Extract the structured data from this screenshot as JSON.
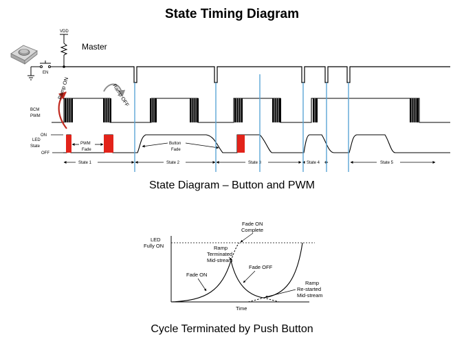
{
  "title": "State Timing Diagram",
  "caption_top": "State Diagram – Button and PWM",
  "caption_bottom": "Cycle Terminated by Push Button",
  "timing": {
    "vdd_label": "VDD",
    "master_label": "Master",
    "en_label": "EN",
    "bcm_label_1": "BCM",
    "bcm_label_2": "PWM",
    "led_label_1": "LED",
    "led_label_2": "State",
    "on_label": "ON",
    "off_label": "OFF",
    "ramp_on": "Ramp ON",
    "ramp_off": "Ramp OFF",
    "pwm_fade_1": "PWM",
    "pwm_fade_2": "Fade",
    "button_fade_1": "Button",
    "button_fade_2": "Fade",
    "states": [
      "State 1",
      "State 2",
      "State 3",
      "State 4",
      "State 5"
    ]
  },
  "cycle": {
    "y_label_1": "LED",
    "y_label_2": "Fully ON",
    "x_label": "Time",
    "fade_on_complete_1": "Fade ON",
    "fade_on_complete_2": "Complete",
    "ramp_terminated_1": "Ramp",
    "ramp_terminated_2": "Terminated",
    "ramp_terminated_3": "Mid-stream",
    "fade_on": "Fade ON",
    "fade_off": "Fade OFF",
    "ramp_restarted_1": "Ramp",
    "ramp_restarted_2": "Re-started",
    "ramp_restarted_3": "Mid-stream"
  },
  "colors": {
    "signal": "#000000",
    "marker": "#5aa6d6",
    "pwm_fill": "#e2231a",
    "ramp_on_arrow": "#c0281e",
    "ramp_off_arrow": "#8c8c8c"
  }
}
